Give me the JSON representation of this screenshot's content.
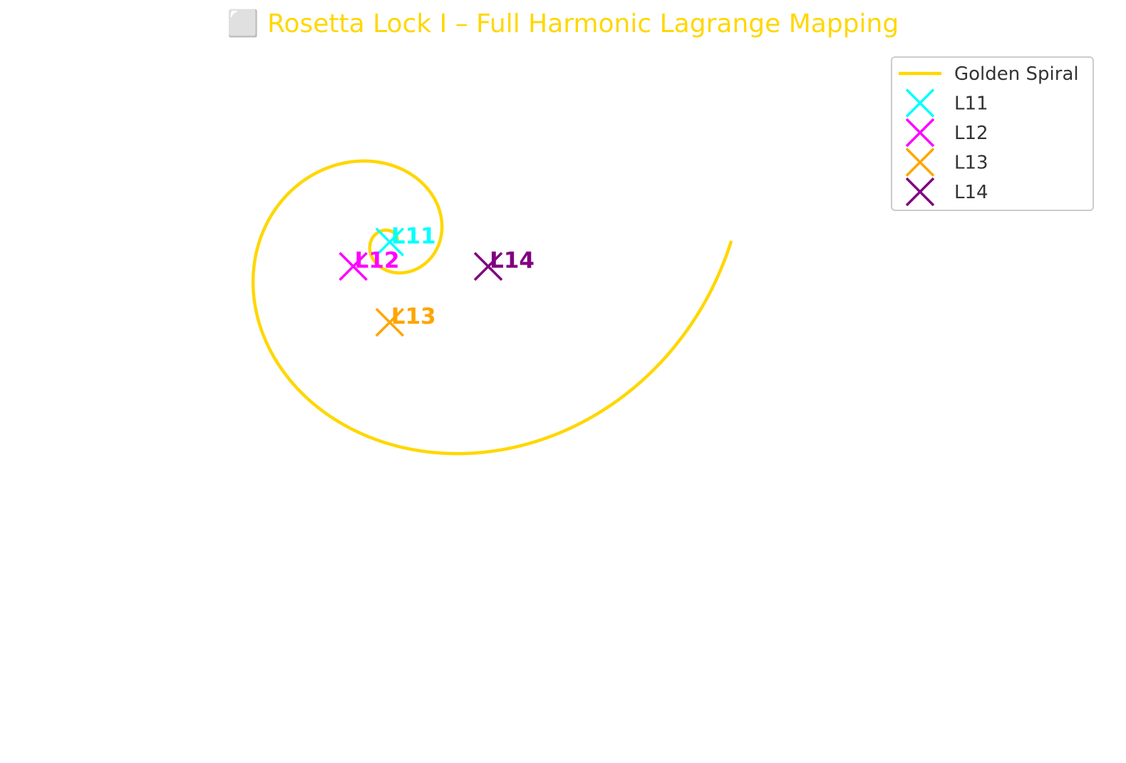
{
  "chart_data": {
    "type": "line",
    "title": "⬜ Rosetta Lock I – Full Harmonic Lagrange Mapping",
    "title_color": "#FFD700",
    "axes_visible": false,
    "grid": false,
    "legend_position": "top-right",
    "xlim": [
      -1.0,
      1.95
    ],
    "ylim": [
      -1.43,
      0.57
    ],
    "series": [
      {
        "name": "Golden Spiral",
        "kind": "line",
        "color": "#FFD700",
        "a": 0.02,
        "growth": 0.306,
        "theta_range": [
          0,
          12.566
        ]
      },
      {
        "name": "L11",
        "kind": "marker",
        "marker": "x",
        "color": "#00FFFF",
        "x": 0.0,
        "y": 0.0
      },
      {
        "name": "L12",
        "kind": "marker",
        "marker": "x",
        "color": "#FF00FF",
        "x": -0.1,
        "y": -0.07
      },
      {
        "name": "L13",
        "kind": "marker",
        "marker": "x",
        "color": "#FFA500",
        "x": 0.0,
        "y": -0.23
      },
      {
        "name": "L14",
        "kind": "marker",
        "marker": "x",
        "color": "#800080",
        "x": 0.27,
        "y": -0.07
      }
    ],
    "annotations": [
      {
        "text": "L11",
        "color": "#00FFFF",
        "x": 0.0,
        "y": 0.0
      },
      {
        "text": "L12",
        "color": "#FF00FF",
        "x": -0.1,
        "y": -0.07
      },
      {
        "text": "L13",
        "color": "#FFA500",
        "x": 0.0,
        "y": -0.23
      },
      {
        "text": "L14",
        "color": "#800080",
        "x": 0.27,
        "y": -0.07
      }
    ]
  }
}
